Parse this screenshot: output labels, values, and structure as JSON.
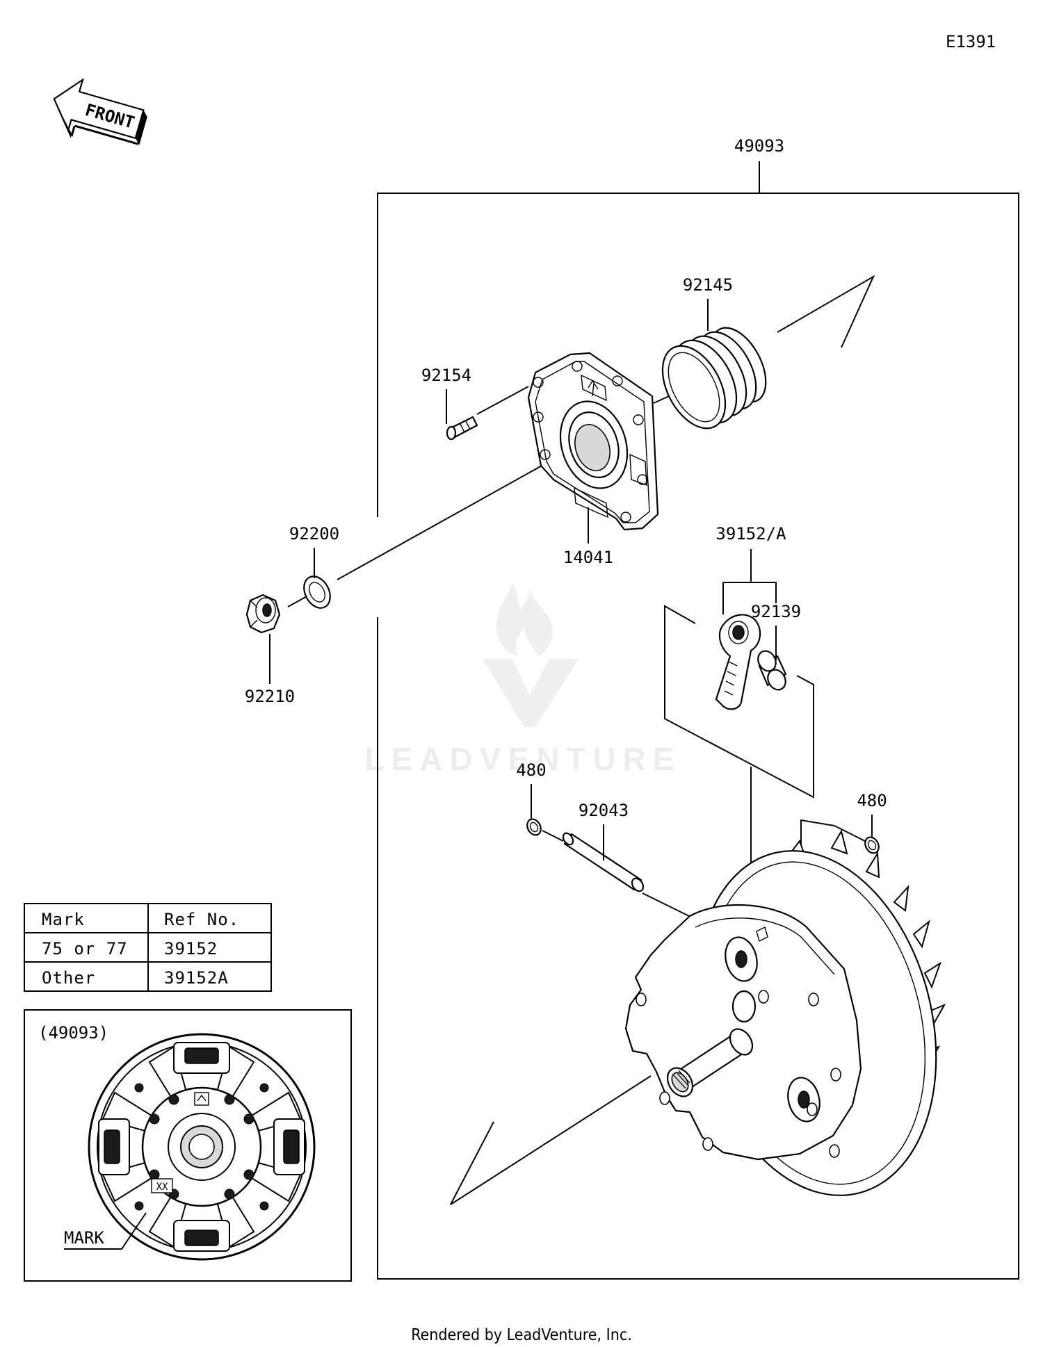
{
  "diagram_code": "E1391",
  "front_arrow_label": "FRONT",
  "assembly_number": "49093",
  "part_labels": {
    "spring": "92145",
    "bolt": "92154",
    "cover": "14041",
    "washer": "92200",
    "nut": "92210",
    "weight_set": "39152/A",
    "collar": "92139",
    "snap_ring_left": "480",
    "snap_ring_right": "480",
    "pin": "92043"
  },
  "ref_table": {
    "headers": [
      "Mark",
      "Ref No."
    ],
    "rows": [
      [
        "75 or 77",
        "39152"
      ],
      [
        "Other",
        "39152A"
      ]
    ]
  },
  "inset": {
    "title": "(49093)",
    "mark_label": "MARK",
    "mark_text": "XX"
  },
  "watermark": "LEADVENTURE",
  "footer": "Rendered by LeadVenture, Inc."
}
